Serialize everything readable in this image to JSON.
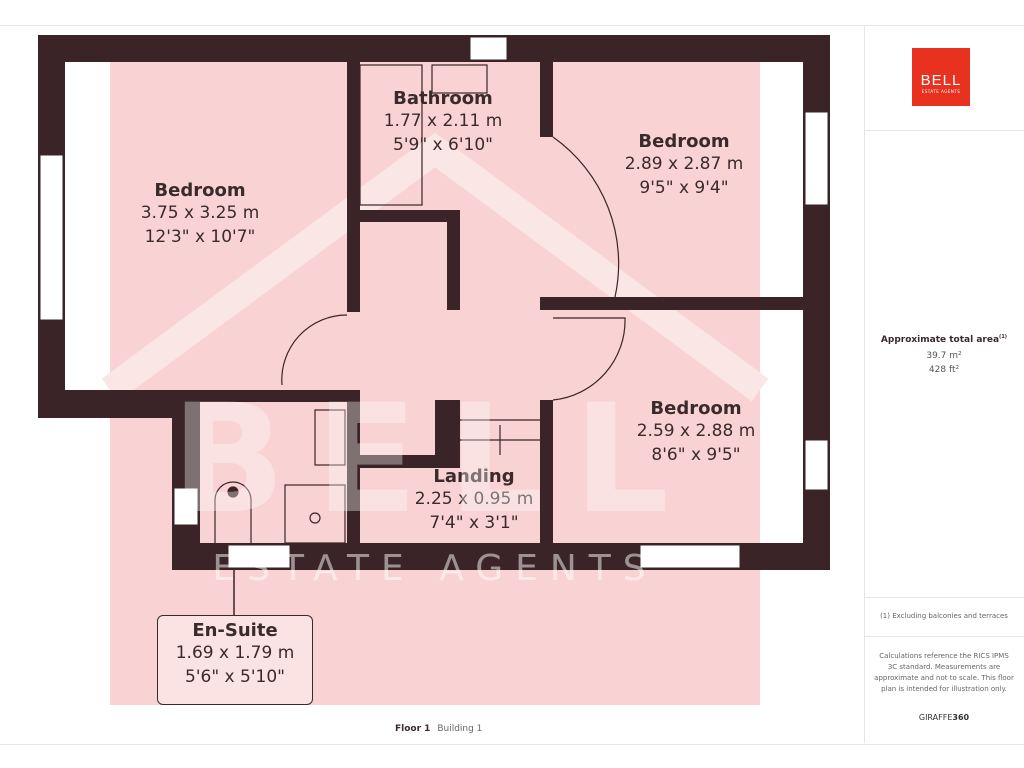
{
  "rooms": [
    {
      "name": "Bedroom",
      "metric": "3.75 x 3.25 m",
      "imperial": "12'3\" x 10'7\""
    },
    {
      "name": "Bathroom",
      "metric": "1.77 x 2.11 m",
      "imperial": "5'9\" x 6'10\""
    },
    {
      "name": "Bedroom",
      "metric": "2.89 x 2.87 m",
      "imperial": "9'5\" x 9'4\""
    },
    {
      "name": "Bedroom",
      "metric": "2.59 x 2.88 m",
      "imperial": "8'6\" x 9'5\""
    },
    {
      "name": "Landing",
      "metric": "2.25 x 0.95 m",
      "imperial": "7'4\" x 3'1\""
    },
    {
      "name": "En-Suite",
      "metric": "1.69 x 1.79 m",
      "imperial": "5'6\" x 5'10\""
    }
  ],
  "watermark": {
    "brand": "BELL",
    "tagline": "ESTATE AGENTS"
  },
  "logo": {
    "brand": "BELL",
    "tagline": "ESTATE AGENTS",
    "color": "#e8321f"
  },
  "area": {
    "title": "Approximate total area",
    "footnote_mark": "(1)",
    "metric": "39.7 m²",
    "imperial": "428 ft²"
  },
  "notes": {
    "exclusion": "(1) Excluding balconies and terraces",
    "disclaimer": "Calculations reference the RICS IPMS 3C standard. Measurements are approximate and not to scale. This floor plan is intended for illustration only.",
    "brand_prefix": "GIRAFFE",
    "brand_suffix": "360"
  },
  "footer": {
    "floor": "Floor 1",
    "building": "Building 1"
  },
  "colors": {
    "wall": "#3b2427",
    "watermark": "#f9d3d3"
  }
}
